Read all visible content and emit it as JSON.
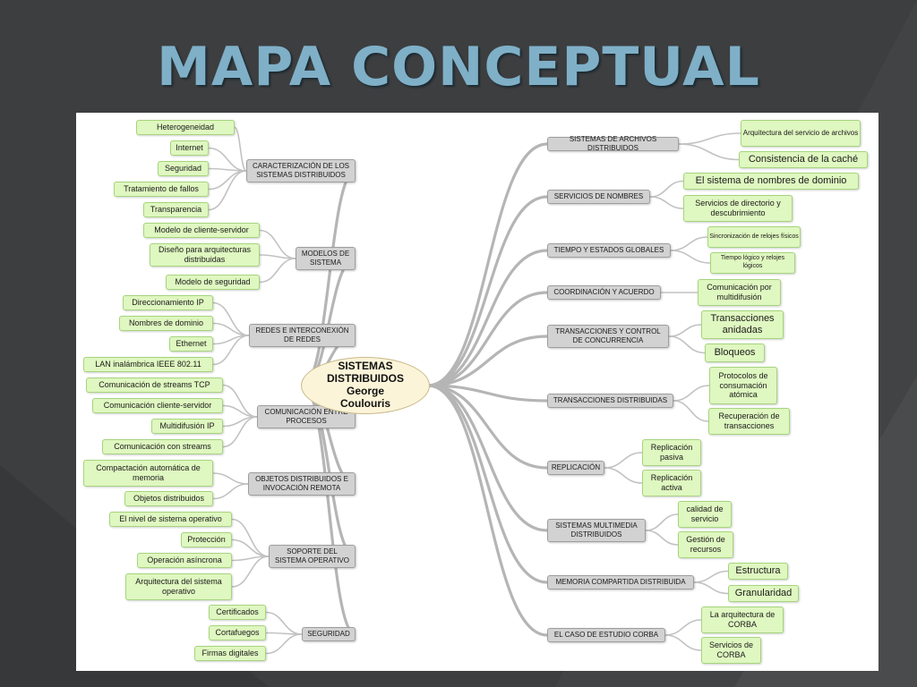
{
  "slide": {
    "title": "MAPA CONCEPTUAL",
    "center": {
      "lines": [
        "SISTEMAS",
        "DISTRIBUIDOS",
        "George",
        "Coulouris"
      ]
    }
  },
  "left_branches": [
    {
      "label": "CARACTERIZACIÓN DE LOS SISTEMAS DISTRIBUIDOS",
      "leaves": [
        "Heterogeneidad",
        "Internet",
        "Seguridad",
        "Tratamiento de fallos",
        "Transparencia"
      ]
    },
    {
      "label": "MODELOS DE SISTEMA",
      "leaves": [
        "Modelo de cliente-servidor",
        "Diseño para arquitecturas distribuidas",
        "Modelo de seguridad"
      ]
    },
    {
      "label": "REDES E INTERCONEXIÓN DE REDES",
      "leaves": [
        "Direccionamiento IP",
        "Nombres de dominio",
        "Ethernet",
        "LAN inalámbrica IEEE 802.11"
      ]
    },
    {
      "label": "COMUNICACIÓN ENTRE PROCESOS",
      "leaves": [
        "Comunicación de streams TCP",
        "Comunicación cliente-servidor",
        "Multidifusión IP",
        "Comunicación con streams"
      ]
    },
    {
      "label": "OBJETOS DISTRIBUIDOS E INVOCACIÓN REMOTA",
      "leaves": [
        "Compactación automática de memoria",
        "Objetos distribuidos"
      ]
    },
    {
      "label": "SOPORTE DEL SISTEMA OPERATIVO",
      "leaves": [
        "El nivel de sistema operativo",
        "Protección",
        "Operación asíncrona",
        "Arquitectura del sistema operativo"
      ]
    },
    {
      "label": "SEGURIDAD",
      "leaves": [
        "Certificados",
        "Cortafuegos",
        "Firmas digitales"
      ]
    }
  ],
  "right_branches": [
    {
      "label": "SISTEMAS DE ARCHIVOS DISTRIBUIDOS",
      "leaves": [
        "Arquitectura del servicio de archivos",
        "Consistencia de la caché"
      ]
    },
    {
      "label": "SERVICIOS DE NOMBRES",
      "leaves": [
        "El sistema de nombres de dominio",
        "Servicios de directorio y descubrimiento"
      ]
    },
    {
      "label": "TIEMPO Y ESTADOS GLOBALES",
      "leaves": [
        "Sincronización de relojes físicos",
        "Tiempo lógico y relojes lógicos"
      ]
    },
    {
      "label": "COORDINACIÓN Y ACUERDO",
      "leaves": [
        "Comunicación por multidifusión"
      ]
    },
    {
      "label": "TRANSACCIONES Y CONTROL DE CONCURRENCIA",
      "leaves": [
        "Transacciones anidadas",
        "Bloqueos"
      ]
    },
    {
      "label": "TRANSACCIONES DISTRIBUIDAS",
      "leaves": [
        "Protocolos de consumación atómica",
        "Recuperación de transacciones"
      ]
    },
    {
      "label": "REPLICACIÓN",
      "leaves": [
        "Replicación pasiva",
        "Replicación activa"
      ]
    },
    {
      "label": "SISTEMAS MULTIMEDIA DISTRIBUIDOS",
      "leaves": [
        "calidad de servicio",
        "Gestión de recursos"
      ]
    },
    {
      "label": "MEMORIA COMPARTIDA DISTRIBUIDA",
      "leaves": [
        "Estructura",
        "Granularidad"
      ]
    },
    {
      "label": "EL CASO DE ESTUDIO CORBA",
      "leaves": [
        "La arquitectura de CORBA",
        "Servicios de CORBA"
      ]
    }
  ]
}
